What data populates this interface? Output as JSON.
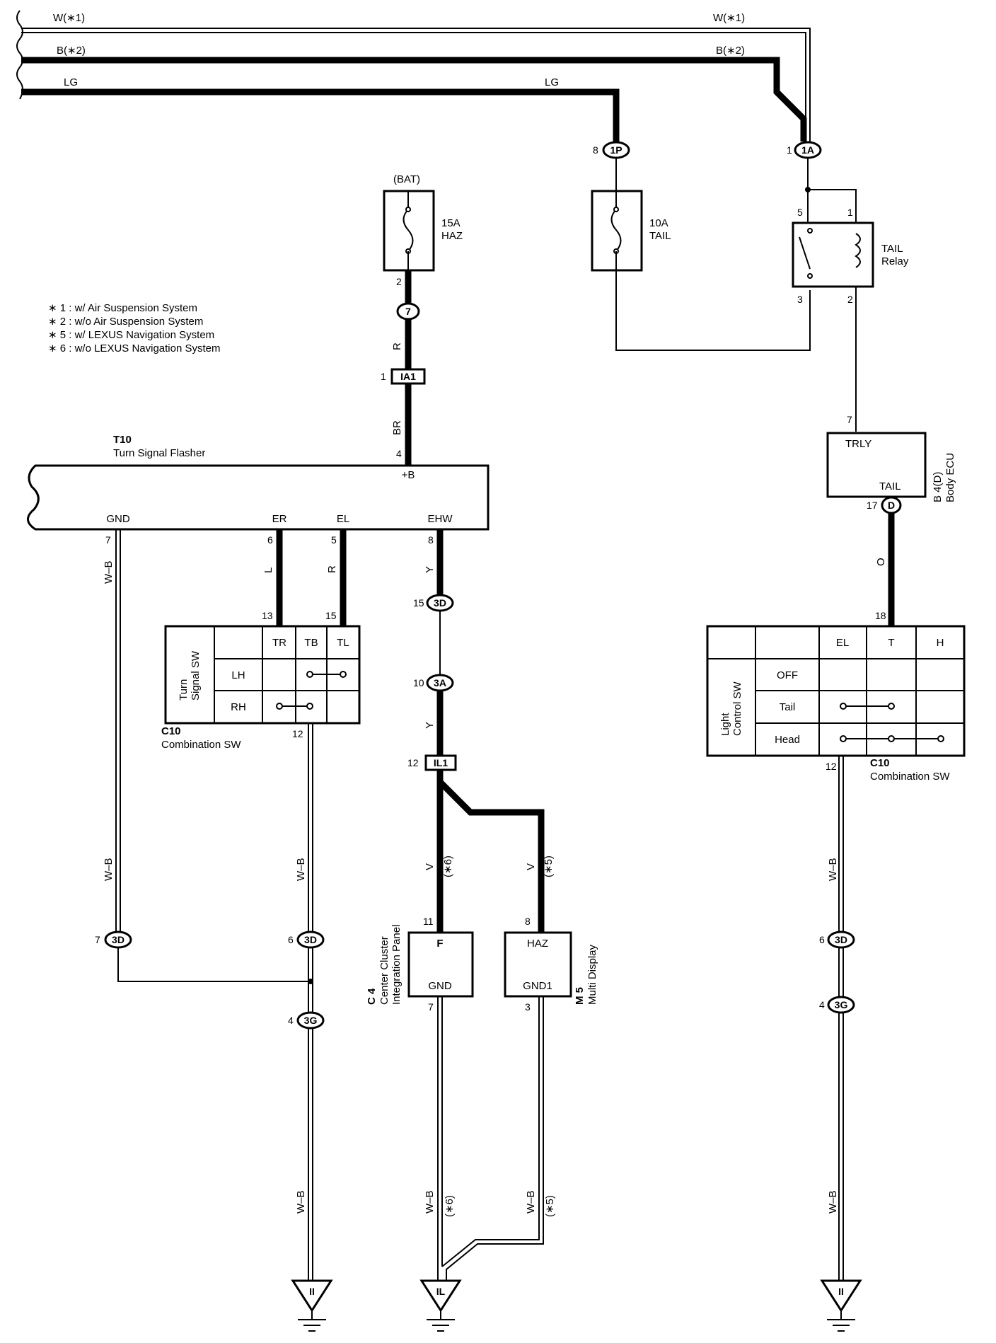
{
  "wires": {
    "w_top_left": "W(∗1)",
    "w_top_right": "W(∗1)",
    "b_top_left": "B(∗2)",
    "b_top_right": "B(∗2)",
    "lg_left": "LG",
    "lg_right": "LG",
    "r": "R",
    "br": "BR",
    "wb_gnd": "W–B",
    "l": "L",
    "r_el": "R",
    "y1": "Y",
    "y2": "Y",
    "wb_c10": "W–B",
    "v_star6": "V",
    "v_star5": "V",
    "star6": "(∗6)",
    "star5": "(∗5)",
    "o": "O",
    "wb_right": "W–B",
    "wb_bottom_left": "W–B",
    "wb_bottom_mid": "W–B",
    "wb_bottom_mid2": "W–B",
    "star6_b": "(∗6)",
    "star5_b": "(∗5)",
    "wb_bottom_right": "W–B"
  },
  "notes": [
    "∗ 1 : w/ Air Suspension System",
    "∗ 2 : w/o Air Suspension System",
    "∗ 5 : w/ LEXUS Navigation System",
    "∗ 6 : w/o LEXUS Navigation System"
  ],
  "connectors": {
    "c1P": "1P",
    "c1A": "1A",
    "c7": "7",
    "cIA1": "IA1",
    "c3D_y": "3D",
    "c3A": "3A",
    "cIL1": "IL1",
    "c3D_a": "3D",
    "c3D_b": "3D",
    "c3G_a": "3G",
    "cD": "D",
    "c3D_c": "3D",
    "c3G_b": "3G"
  },
  "pins": {
    "p8_1P": "8",
    "p1_1A": "1",
    "p2_fuse": "2",
    "p1_IA1": "1",
    "p4_tsf": "4",
    "p7_gnd": "7",
    "p6_er": "6",
    "p5_el": "5",
    "p8_ehw": "8",
    "p13": "13",
    "p15_tl": "15",
    "p15_3D": "15",
    "p10_3A": "10",
    "p12_IL1": "12",
    "p12_c10": "12",
    "p7_3D": "7",
    "p6_3D": "6",
    "p4_3G": "4",
    "p11": "11",
    "p8_m5": "8",
    "p7_c4": "7",
    "p3_m5": "3",
    "p5_relay": "5",
    "p1_relay": "1",
    "p3_relay": "3",
    "p2_relay": "2",
    "p7_trly": "7",
    "p17": "17",
    "p18": "18",
    "p12_r": "12",
    "p6_3D_r": "6",
    "p4_3G_r": "4"
  },
  "components": {
    "bat": "(BAT)",
    "haz_fuse_amp": "15A",
    "haz_fuse_name": "HAZ",
    "tail_fuse_amp": "10A",
    "tail_fuse_name": "TAIL",
    "tail_relay_1": "TAIL",
    "tail_relay_2": "Relay",
    "t10_code": "T10",
    "t10_name": "Turn Signal Flasher",
    "t10_pb": "+B",
    "t10_gnd": "GND",
    "t10_er": "ER",
    "t10_el": "EL",
    "t10_ehw": "EHW",
    "c10_code": "C10",
    "c10_name": "Combination SW",
    "c10r_code": "C10",
    "c10r_name": "Combination SW",
    "b4_code": "B 4(D)",
    "b4_name": "Body ECU",
    "trly": "TRLY",
    "tail_term": "TAIL",
    "c4_code": "C 4",
    "c4_name_1": "Center Cluster",
    "c4_name_2": "Integration Panel",
    "c4_f": "F",
    "c4_gnd": "GND",
    "m5_code": "M 5",
    "m5_name": "Multi Display",
    "m5_haz": "HAZ",
    "m5_gnd1": "GND1"
  },
  "turn_sw": {
    "title_1": "Turn",
    "title_2": "Signal SW",
    "cols": [
      "TR",
      "TB",
      "TL"
    ],
    "rows": [
      "LH",
      "RH"
    ]
  },
  "light_sw": {
    "title_1": "Light",
    "title_2": "Control SW",
    "cols": [
      "EL",
      "T",
      "H"
    ],
    "rows": [
      "OFF",
      "Tail",
      "Head"
    ]
  },
  "grounds": {
    "g1": "II",
    "g2": "IL",
    "g3": "II"
  }
}
